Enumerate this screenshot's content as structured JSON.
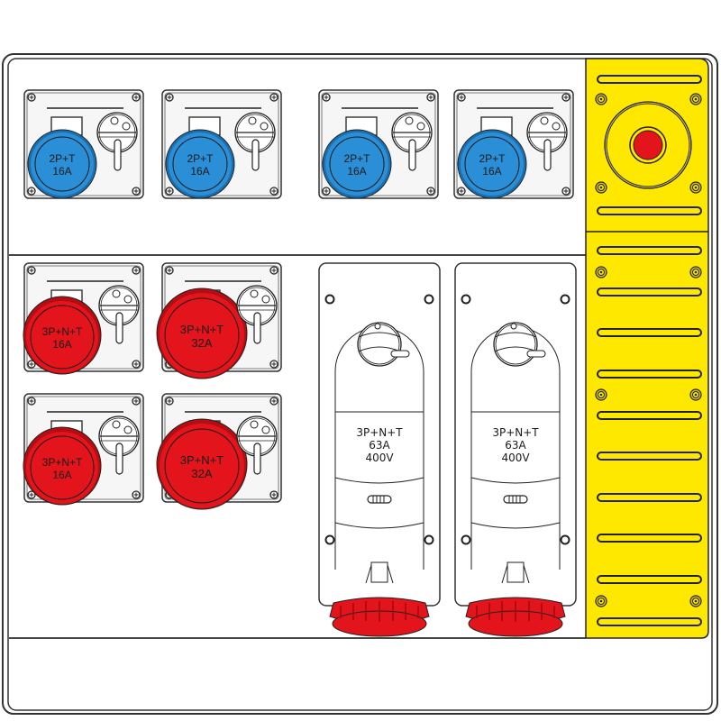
{
  "diagram": {
    "type": "electrical-distribution-panel",
    "colors": {
      "enclosure_stroke": "#333333",
      "blue_socket": "#2a8fd6",
      "blue_socket_dark": "#1a6fb0",
      "red_socket": "#e3141b",
      "red_socket_dark": "#b50d12",
      "yellow_panel": "#ffe800",
      "emergency_button": "#e3141b"
    },
    "top_row_sockets": [
      {
        "line1": "2P+T",
        "line2": "16A",
        "color": "blue"
      },
      {
        "line1": "2P+T",
        "line2": "16A",
        "color": "blue"
      },
      {
        "line1": "2P+T",
        "line2": "16A",
        "color": "blue"
      },
      {
        "line1": "2P+T",
        "line2": "16A",
        "color": "blue"
      }
    ],
    "middle_row_sockets": [
      {
        "line1": "3P+N+T",
        "line2": "16A",
        "color": "red"
      },
      {
        "line1": "3P+N+T",
        "line2": "32A",
        "color": "red"
      }
    ],
    "bottom_row_sockets": [
      {
        "line1": "3P+N+T",
        "line2": "16A",
        "color": "red"
      },
      {
        "line1": "3P+N+T",
        "line2": "32A",
        "color": "red"
      }
    ],
    "large_sockets": [
      {
        "line1": "3P+N+T",
        "line2": "63A",
        "line3": "400V"
      },
      {
        "line1": "3P+N+T",
        "line2": "63A",
        "line3": "400V"
      }
    ],
    "side_panel": {
      "emergency_stop": "red-mushroom-button",
      "vent_slots": 12
    }
  }
}
